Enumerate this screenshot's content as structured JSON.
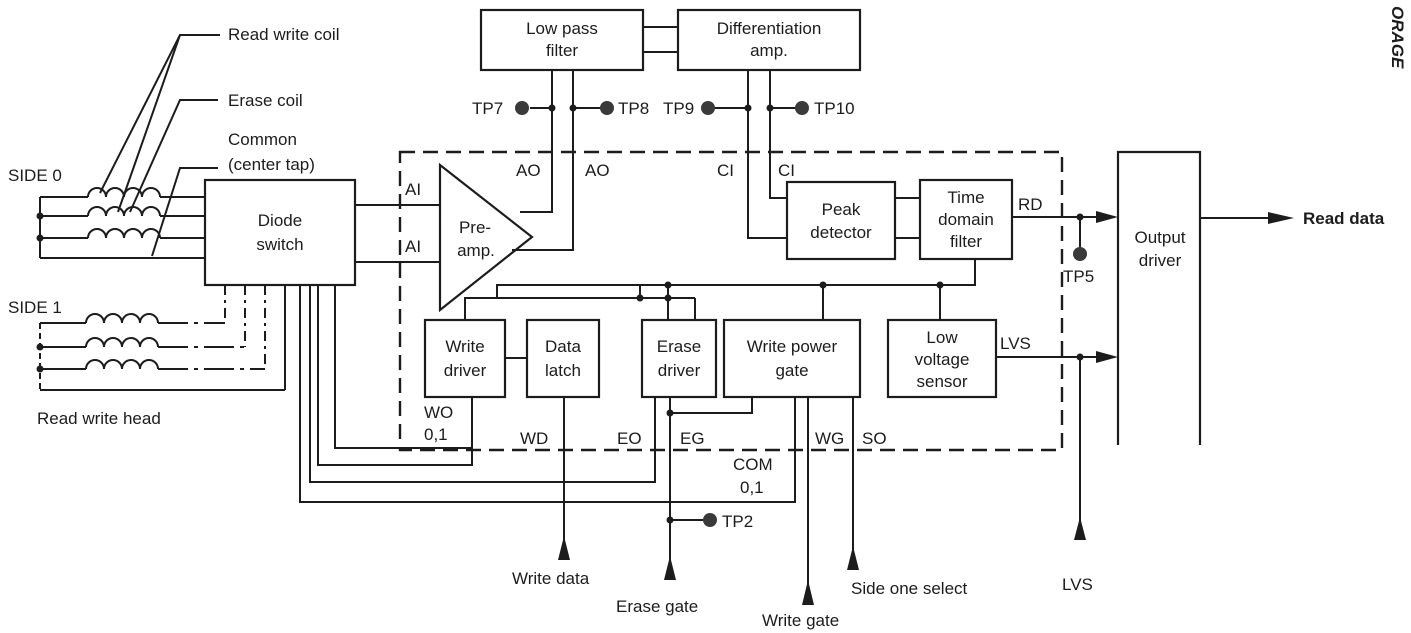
{
  "diagram": {
    "callouts": {
      "read_write_coil": "Read write coil",
      "erase_coil": "Erase coil",
      "common_line1": "Common",
      "common_line2": "(center tap)",
      "side0": "SIDE 0",
      "side1": "SIDE 1",
      "read_write_head": "Read write head"
    },
    "blocks": {
      "low_pass_filter": [
        "Low pass",
        "filter"
      ],
      "differentiation_amp": [
        "Differentiation",
        "amp."
      ],
      "diode_switch": [
        "Diode",
        "switch"
      ],
      "preamp": [
        "Pre-",
        "amp."
      ],
      "peak_detector": [
        "Peak",
        "detector"
      ],
      "time_domain_filter": [
        "Time",
        "domain",
        "filter"
      ],
      "output_driver": [
        "Output",
        "driver"
      ],
      "write_driver": [
        "Write",
        "driver"
      ],
      "data_latch": [
        "Data",
        "latch"
      ],
      "erase_driver": [
        "Erase",
        "driver"
      ],
      "write_power_gate": [
        "Write power",
        "gate"
      ],
      "low_voltage_sensor": [
        "Low",
        "voltage",
        "sensor"
      ]
    },
    "test_points": {
      "tp7": "TP7",
      "tp8": "TP8",
      "tp9": "TP9",
      "tp10": "TP10",
      "tp5": "TP5",
      "tp2": "TP2"
    },
    "signals": {
      "ai": "AI",
      "ao": "AO",
      "ci": "CI",
      "rd": "RD",
      "lvs": "LVS",
      "wo_line1": "WO",
      "wo_line2": "0,1",
      "wd": "WD",
      "eo": "EO",
      "eg": "EG",
      "wg": "WG",
      "so": "SO",
      "com_line1": "COM",
      "com_line2": "0,1"
    },
    "io": {
      "read_data": "Read data",
      "write_data": "Write data",
      "erase_gate": "Erase gate",
      "write_gate": "Write gate",
      "side_one_select": "Side one select",
      "lvs_input": "LVS"
    },
    "margin_text": "ORAGE"
  }
}
